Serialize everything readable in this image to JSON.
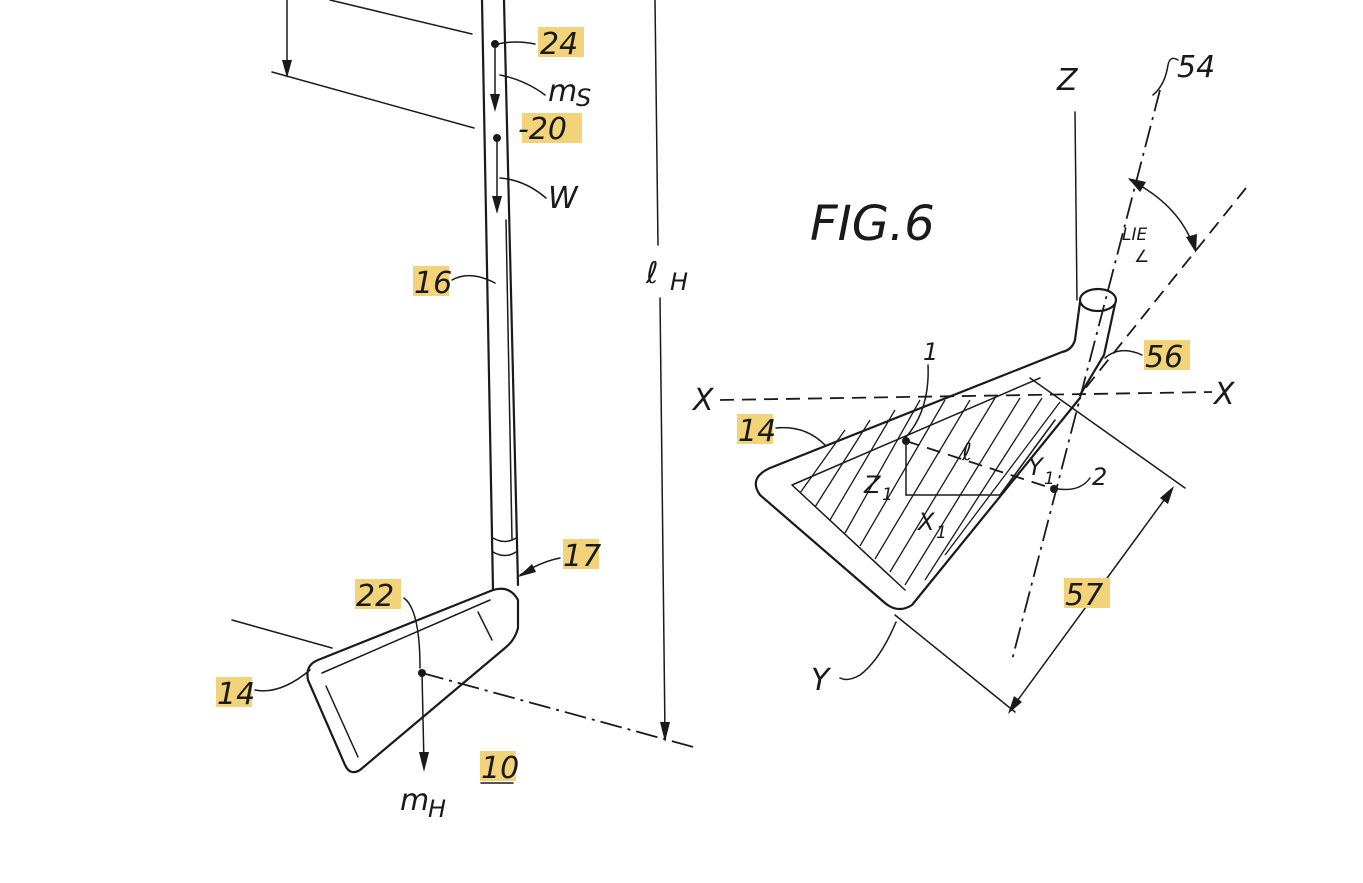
{
  "figure_title": "FIG.6",
  "left_view": {
    "labels": {
      "ref_24": "24",
      "m_s": "m",
      "m_s_sub": "S",
      "ref_20": "-20",
      "w": "W",
      "ref_16": "16",
      "l_h": "ℓ",
      "l_h_sub": "H",
      "ref_17": "17",
      "ref_22": "22",
      "ref_14": "14",
      "m_h": "m",
      "m_h_sub": "H",
      "ref_10": "10"
    },
    "highlighted": [
      "ref_24",
      "ref_20",
      "ref_16",
      "ref_17",
      "ref_22",
      "ref_14",
      "ref_10"
    ]
  },
  "right_view": {
    "labels": {
      "axis_z": "Z",
      "ref_54": "54",
      "lie_angle": "LIE",
      "lie_symbol": "∠",
      "ref_56": "56",
      "axis_x_left": "X",
      "axis_x_right": "X",
      "ref_14": "14",
      "point_1": "1",
      "dimension_l": "ℓ",
      "axis_y1": "Y",
      "axis_y1_sub": "1",
      "point_2": "2",
      "axis_z1": "Z",
      "axis_z1_sub": "1",
      "axis_x1": "X",
      "axis_x1_sub": "1",
      "ref_57": "57",
      "axis_y": "Y"
    },
    "highlighted": [
      "ref_56",
      "ref_14",
      "ref_57"
    ]
  },
  "colors": {
    "ink": "#1a1a1a",
    "highlight": "#f3d37a",
    "background": "#ffffff"
  }
}
